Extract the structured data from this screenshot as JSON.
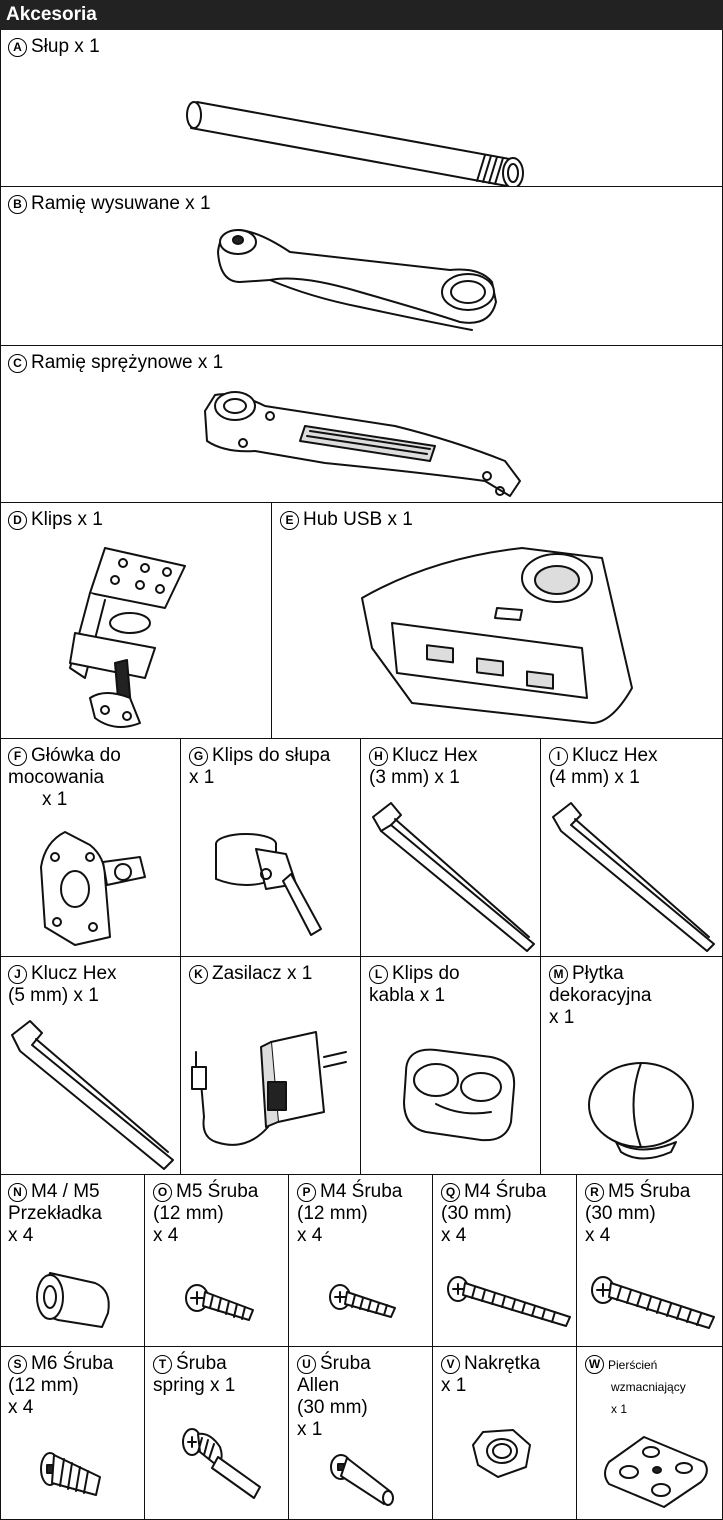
{
  "header": {
    "title": "Akcesoria"
  },
  "items": {
    "a": {
      "letter": "A",
      "label": "Słup x 1"
    },
    "b": {
      "letter": "B",
      "label": "Ramię wysuwane x 1"
    },
    "c": {
      "letter": "C",
      "label": "Ramię sprężynowe x 1"
    },
    "d": {
      "letter": "D",
      "label": "Klips x 1"
    },
    "e": {
      "letter": "E",
      "label": "Hub USB x 1"
    },
    "f": {
      "letter": "F",
      "label": "Główka do\nmocowania",
      "qty": "x 1"
    },
    "g": {
      "letter": "G",
      "label": "Klips do słupa\n   x 1"
    },
    "h": {
      "letter": "H",
      "label": "Klucz Hex\n   (3 mm) x 1"
    },
    "i": {
      "letter": "I",
      "label": "Klucz Hex\n   (4 mm) x 1"
    },
    "j": {
      "letter": "J",
      "label": "Klucz Hex\n   (5 mm) x 1"
    },
    "k": {
      "letter": "K",
      "label": "Zasilacz x 1"
    },
    "l": {
      "letter": "L",
      "label": "Klips do\n   kabla x 1"
    },
    "m": {
      "letter": "M",
      "label": "Płytka\n   dekoracyjna\n   x 1"
    },
    "n": {
      "letter": "N",
      "label": "M4 / M5\n   Przekładka\n   x 4"
    },
    "o": {
      "letter": "O",
      "label": "M5 Śruba\n   (12 mm)\n   x 4"
    },
    "p": {
      "letter": "P",
      "label": "M4 Śruba\n   (12 mm)\n   x 4"
    },
    "q": {
      "letter": "Q",
      "label": "M4 Śruba\n   (30 mm)\n   x 4"
    },
    "r": {
      "letter": "R",
      "label": "M5 Śruba\n   (30 mm)\n   x 4"
    },
    "s": {
      "letter": "S",
      "label": "M6 Śruba\n   (12 mm)\n   x 4"
    },
    "t": {
      "letter": "T",
      "label": "Śruba\n   spring x 1"
    },
    "u": {
      "letter": "U",
      "label": "Śruba\n   Allen\n   (30 mm)\n   x 1"
    },
    "v": {
      "letter": "V",
      "label": "Nakrętka\n   x 1"
    },
    "w": {
      "letter": "W",
      "label": "Pierścień",
      "label2": "wzmacniający",
      "label3": "x 1"
    }
  }
}
